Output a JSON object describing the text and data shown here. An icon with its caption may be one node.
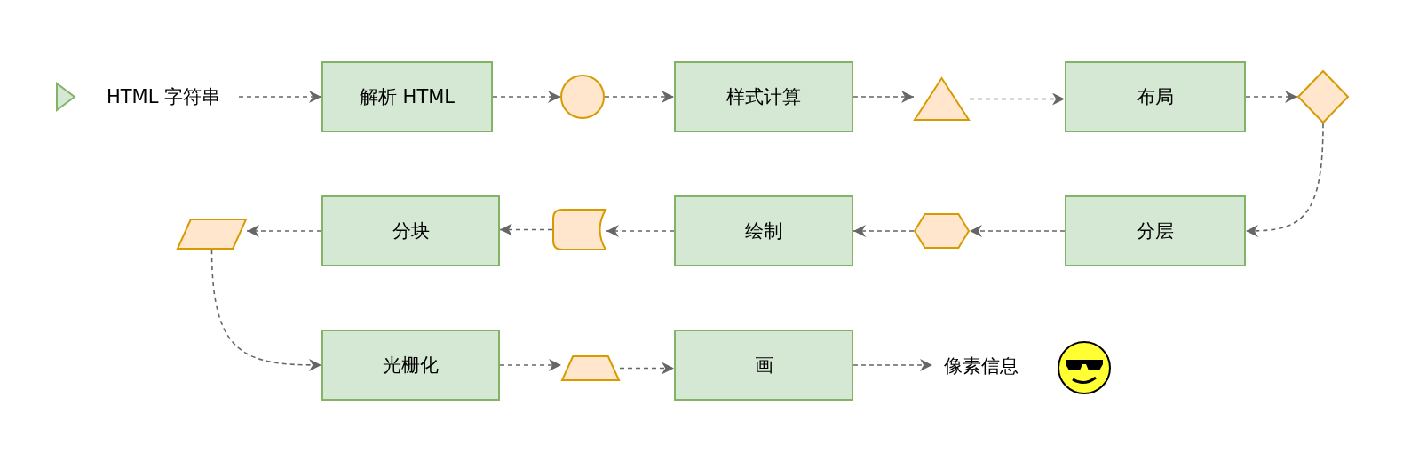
{
  "diagram": {
    "nodes": [
      {
        "text": [
          "HTML 字符串"
        ]
      },
      {
        "text": [
          "解析 HTML"
        ]
      },
      {
        "text": [],
        "shape": "circle"
      },
      {
        "text": [
          "样式计算"
        ]
      },
      {
        "text": [],
        "shape": "triangle"
      },
      {
        "text": [
          "布局"
        ]
      },
      {
        "text": [],
        "shape": "diamond"
      },
      {
        "text": [
          "分层"
        ]
      },
      {
        "text": [],
        "shape": "hexagon"
      },
      {
        "text": [
          "绘制"
        ]
      },
      {
        "text": [],
        "shape": "storage"
      },
      {
        "text": [
          "分块"
        ]
      },
      {
        "text": [],
        "shape": "parallelogram"
      },
      {
        "text": [
          "光栅化"
        ]
      },
      {
        "text": [],
        "shape": "trapezoid"
      },
      {
        "text": [
          "画"
        ]
      },
      {
        "text": [
          "像素信息"
        ]
      }
    ],
    "edges": [
      {
        "from": 0,
        "to": 1,
        "arrow": "to",
        "style": "dashed"
      },
      {
        "from": 1,
        "to": 2,
        "arrow": "to",
        "style": "dashed"
      },
      {
        "from": 2,
        "to": 3,
        "arrow": "to",
        "style": "dashed"
      },
      {
        "from": 3,
        "to": 4,
        "arrow": "to",
        "style": "dashed"
      },
      {
        "from": 4,
        "to": 5,
        "arrow": "to",
        "style": "dashed"
      },
      {
        "from": 5,
        "to": 6,
        "arrow": "to",
        "style": "dashed"
      },
      {
        "from": 6,
        "to": 7,
        "arrow": "to",
        "style": "dashed"
      },
      {
        "from": 7,
        "to": 8,
        "arrow": "to",
        "style": "dashed"
      },
      {
        "from": 8,
        "to": 9,
        "arrow": "to",
        "style": "dashed"
      },
      {
        "from": 9,
        "to": 10,
        "arrow": "to",
        "style": "dashed"
      },
      {
        "from": 10,
        "to": 11,
        "arrow": "to",
        "style": "dashed"
      },
      {
        "from": 11,
        "to": 12,
        "arrow": "to",
        "style": "dashed"
      },
      {
        "from": 12,
        "to": 13,
        "arrow": "to",
        "style": "dashed"
      },
      {
        "from": 13,
        "to": 14,
        "arrow": "to",
        "style": "dashed"
      },
      {
        "from": 14,
        "to": 15,
        "arrow": "to",
        "style": "dashed"
      },
      {
        "from": 15,
        "to": 16,
        "arrow": "to",
        "style": "dashed"
      }
    ]
  }
}
